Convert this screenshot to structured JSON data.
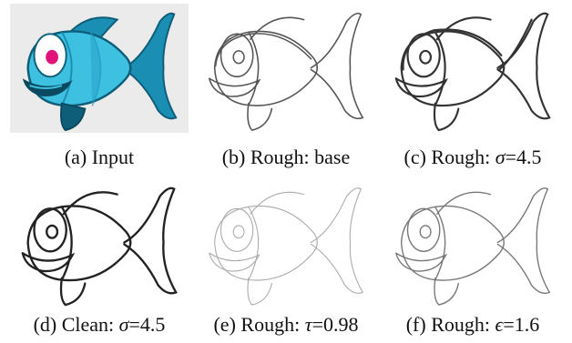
{
  "figure": {
    "panels": [
      {
        "id": "a",
        "label": "(a)",
        "text": "Input",
        "style": "color"
      },
      {
        "id": "b",
        "label": "(b)",
        "text": "Rough: base",
        "style": "rough-bold"
      },
      {
        "id": "c",
        "label": "(c)",
        "text": "Rough: ",
        "var": "σ",
        "val": "=4.5",
        "style": "rough-heavy"
      },
      {
        "id": "d",
        "label": "(d)",
        "text": "Clean: ",
        "var": "σ",
        "val": "=4.5",
        "style": "clean"
      },
      {
        "id": "e",
        "label": "(e)",
        "text": "Rough: ",
        "var": "τ",
        "val": "=0.98",
        "style": "rough-light"
      },
      {
        "id": "f",
        "label": "(f)",
        "text": "Rough: ",
        "var": "ϵ",
        "val": "=1.6",
        "style": "rough-medium"
      }
    ],
    "colors": {
      "body_light": "#3ec0e0",
      "body_dark": "#1a8fb3",
      "fin_dark": "#0e5e7a",
      "eye_white": "#ffffff",
      "pupil": "#e0137a",
      "mouth": "#0a4a60",
      "input_bg": "#ebebeb"
    }
  }
}
